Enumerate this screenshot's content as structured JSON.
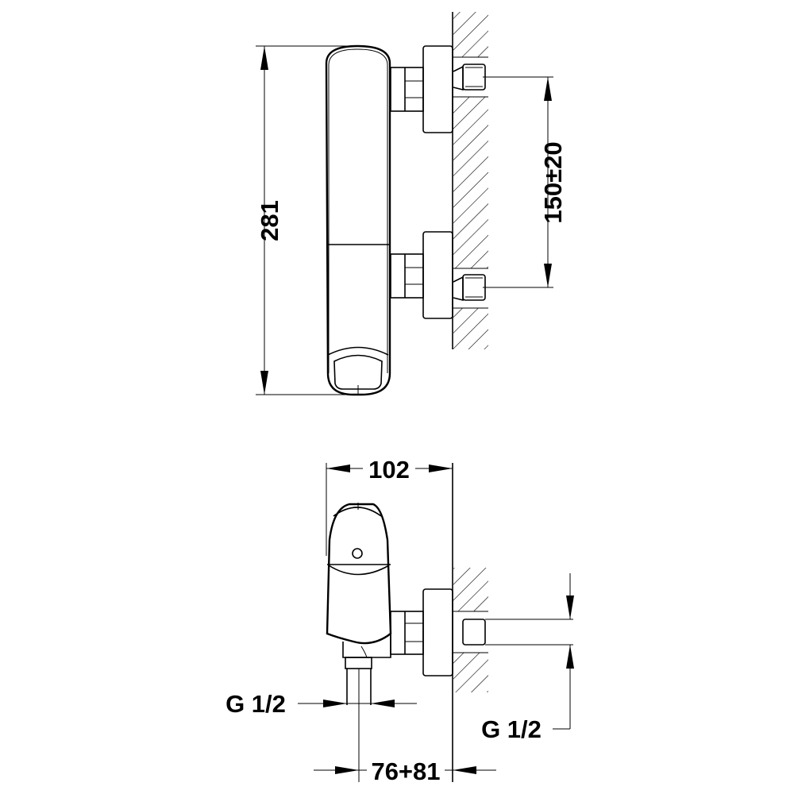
{
  "drawing": {
    "side_view": {
      "height_dimension": "281",
      "inlet_spacing_dimension": "150±20"
    },
    "top_view": {
      "width_dimension": "102",
      "outlet_thread": "G 1/2",
      "inlet_thread": "G 1/2",
      "projection_dimension": "76+81"
    }
  },
  "colors": {
    "line": "#000000",
    "background": "#ffffff"
  }
}
